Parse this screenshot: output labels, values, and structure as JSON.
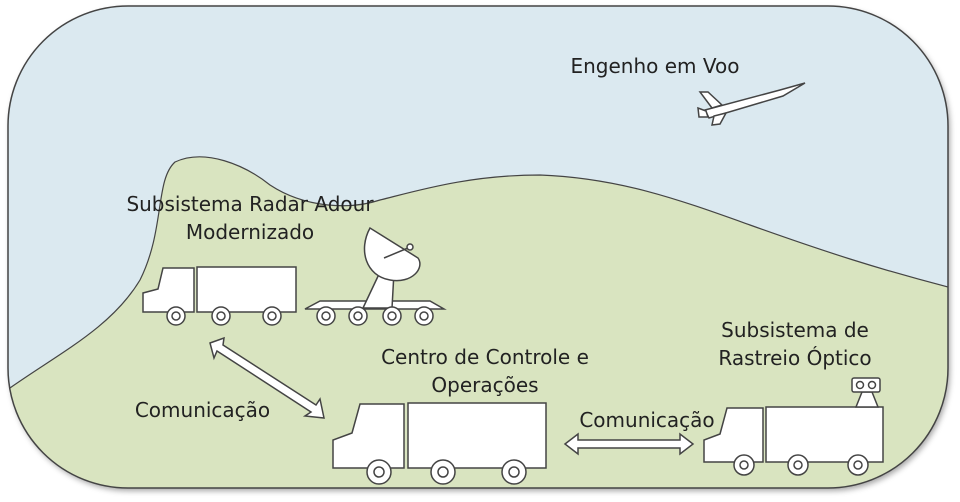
{
  "labels": {
    "flight": "Engenho em Voo",
    "radar": [
      "Subsistema Radar Adour",
      "Modernizado"
    ],
    "center": [
      "Centro de Controle e",
      "Operações"
    ],
    "optical": [
      "Subsistema de",
      "Rastreio Óptico"
    ],
    "comm_left": "Comunicação",
    "comm_right": "Comunicação"
  },
  "colors": {
    "sky": "#dbe9f0",
    "ground": "#d9e4c0",
    "outline": "#444444",
    "vehicle_fill": "#ffffff"
  }
}
